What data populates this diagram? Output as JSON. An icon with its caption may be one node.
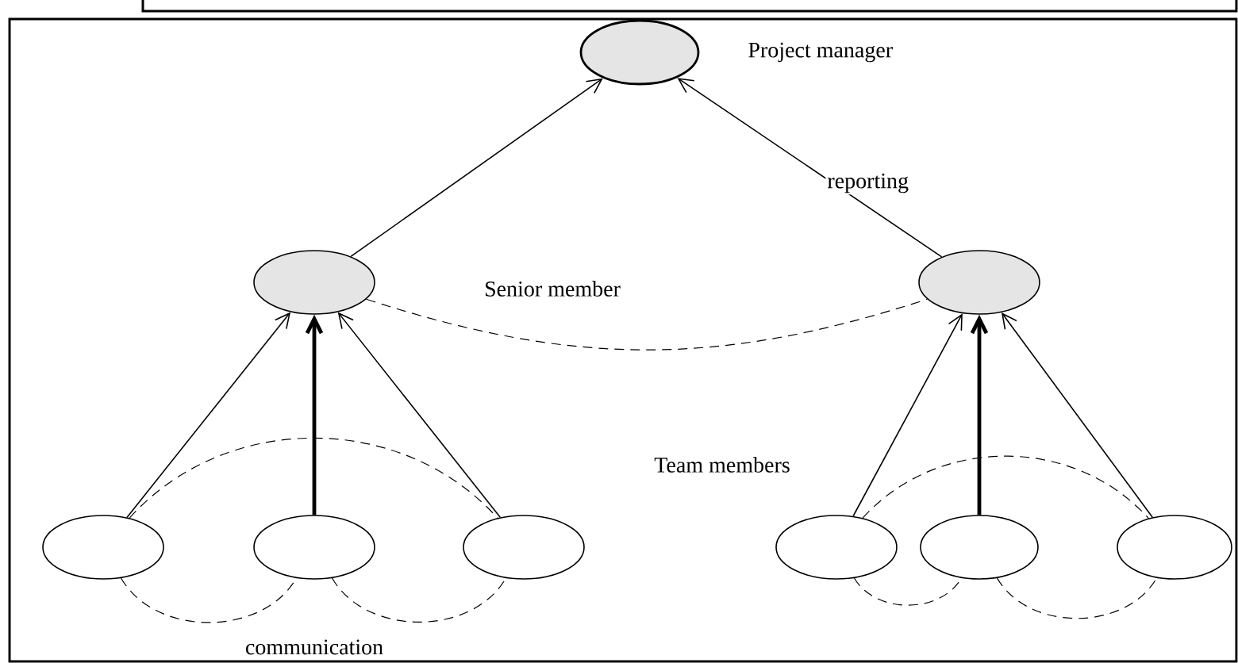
{
  "diagram": {
    "nodes": [
      {
        "text": [],
        "shape": "circle",
        "beside": [
          "Project manager"
        ]
      },
      {
        "text": [],
        "shape": "circle"
      },
      {
        "text": [],
        "shape": "circle"
      },
      {
        "text": [],
        "shape": "circle"
      },
      {
        "text": [],
        "shape": "circle"
      },
      {
        "text": [],
        "shape": "circle"
      },
      {
        "text": [],
        "shape": "circle"
      },
      {
        "text": [],
        "shape": "circle"
      },
      {
        "text": [],
        "shape": "circle"
      }
    ],
    "edges": [
      {
        "from": 1,
        "to": 0,
        "arrow": "to"
      },
      {
        "from": 2,
        "to": 0,
        "arrow": "to",
        "label": "reporting"
      },
      {
        "from": 1,
        "to": 2,
        "arrow": "none",
        "style": "dashed"
      },
      {
        "from": 3,
        "to": 1,
        "arrow": "to"
      },
      {
        "from": 4,
        "to": 1,
        "arrow": "to",
        "style": "thick"
      },
      {
        "from": 5,
        "to": 1,
        "arrow": "to"
      },
      {
        "from": 3,
        "to": 5,
        "arrow": "none",
        "style": "dashed"
      },
      {
        "from": 3,
        "to": 4,
        "arrow": "none",
        "style": "dashed"
      },
      {
        "from": 4,
        "to": 5,
        "arrow": "none",
        "style": "dashed"
      },
      {
        "from": 6,
        "to": 2,
        "arrow": "to"
      },
      {
        "from": 7,
        "to": 2,
        "arrow": "to",
        "style": "thick"
      },
      {
        "from": 8,
        "to": 2,
        "arrow": "to"
      },
      {
        "from": 6,
        "to": 8,
        "arrow": "none",
        "style": "dashed"
      },
      {
        "from": 6,
        "to": 7,
        "arrow": "none",
        "style": "dashed"
      },
      {
        "from": 7,
        "to": 8,
        "arrow": "none",
        "style": "dashed"
      }
    ],
    "labels": [
      "Senior member",
      "Team members",
      "communication"
    ]
  }
}
